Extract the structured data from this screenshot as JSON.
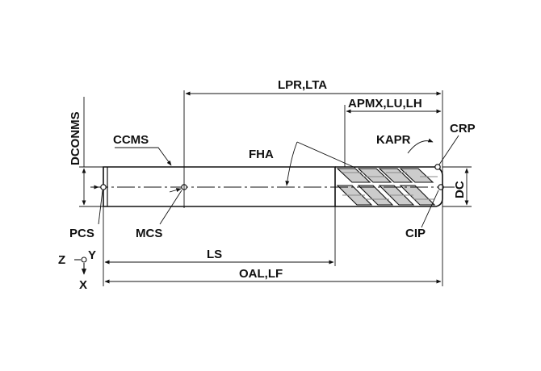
{
  "labels": {
    "lpr_lta": "LPR,LTA",
    "apmx_lu_lh": "APMX,LU,LH",
    "dconms": "DCONMS",
    "ccms": "CCMS",
    "fha": "FHA",
    "kapr": "KAPR",
    "crp": "CRP",
    "dc": "DC",
    "pcs": "PCS",
    "mcs": "MCS",
    "cip": "CIP",
    "ls": "LS",
    "oal_lf": "OAL,LF",
    "axis_z": "Z",
    "axis_y": "Y",
    "axis_x": "X"
  },
  "colors": {
    "line": "#111111",
    "flute": "#8a8a8a",
    "background": "#ffffff"
  }
}
